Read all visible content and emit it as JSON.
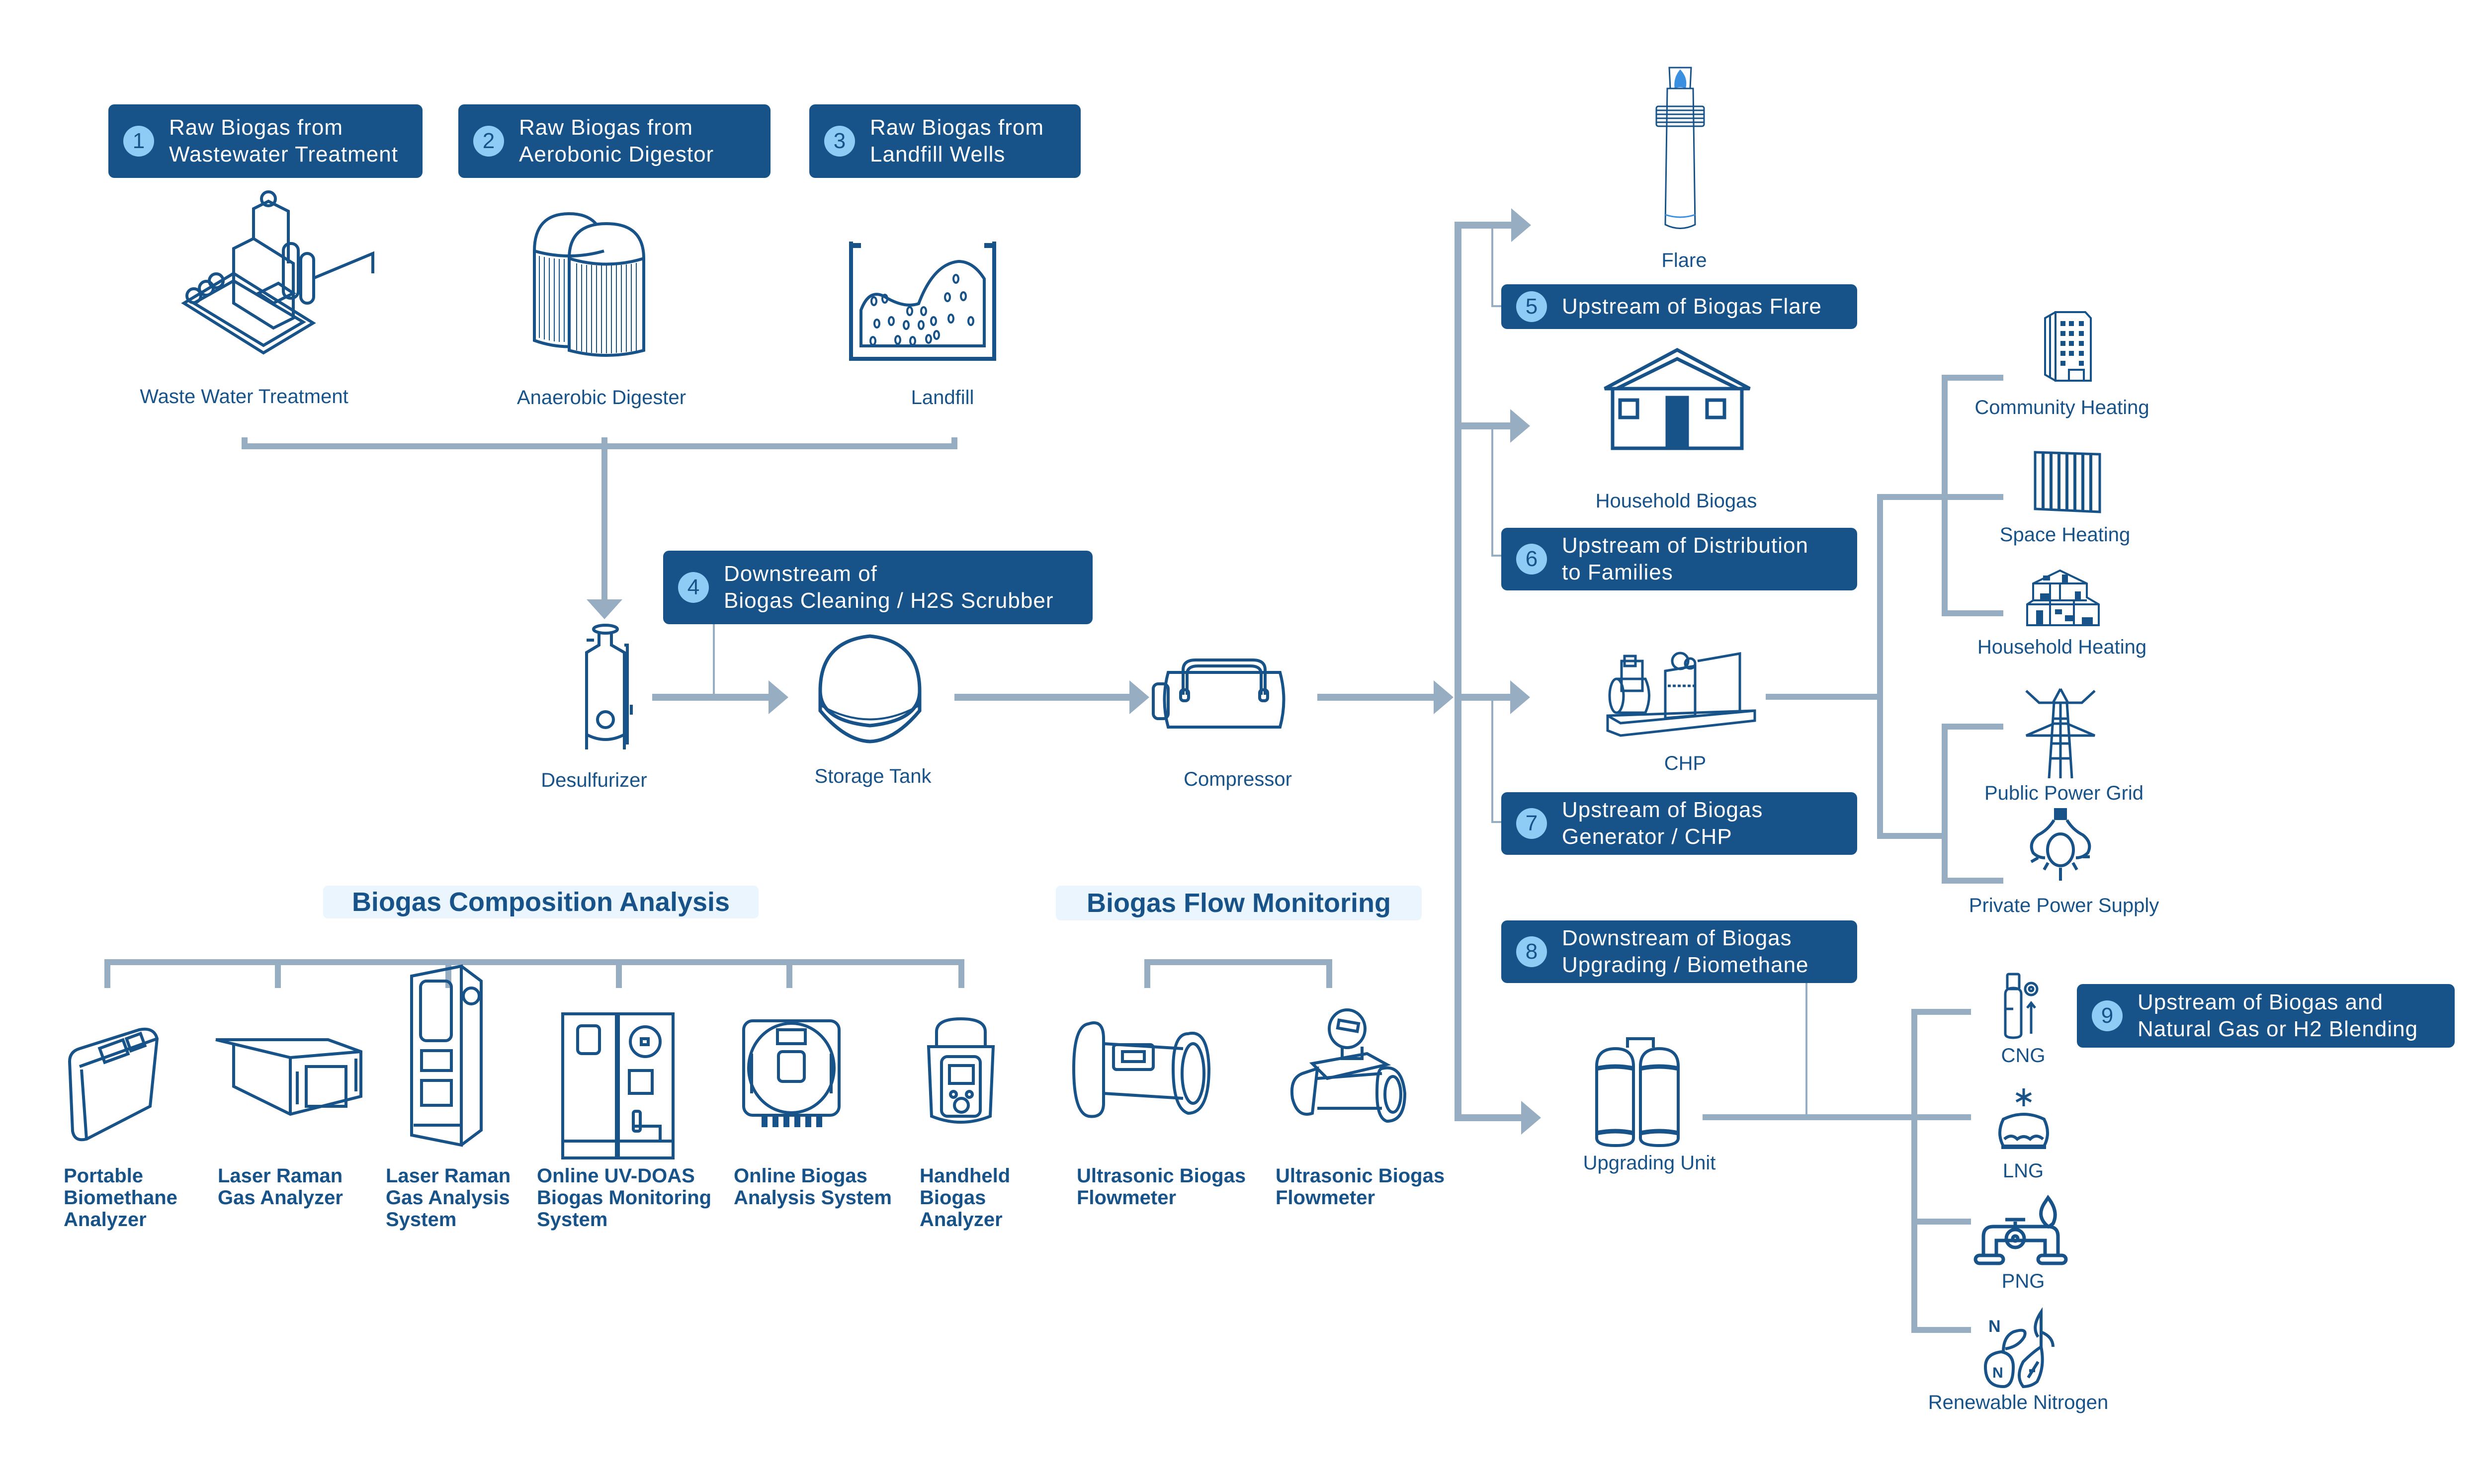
{
  "colors": {
    "primary": "#175389",
    "badge_number_bg": "#8ECCF5",
    "connector": "#97AEC2",
    "section_bg": "#EAF5FD",
    "flame": "#3A8FE0"
  },
  "sources": [
    {
      "number": "1",
      "badge": "Raw Biogas from\nWastewater Treatment",
      "label": "Waste Water Treatment",
      "icon": "wastewater-plant-icon"
    },
    {
      "number": "2",
      "badge": "Raw Biogas from\nAerobonic Digestor",
      "label": "Anaerobic Digester",
      "icon": "digester-tanks-icon"
    },
    {
      "number": "3",
      "badge": "Raw Biogas from\nLandfill Wells",
      "label": "Landfill",
      "icon": "landfill-icon"
    }
  ],
  "process": {
    "desulfurizer": "Desulfurizer",
    "storage_tank": "Storage Tank",
    "compressor": "Compressor",
    "point4": {
      "number": "4",
      "badge": "Downstream of\nBiogas Cleaning / H2S Scrubber"
    }
  },
  "uses": [
    {
      "label": "Flare",
      "number": "5",
      "badge": "Upstream of Biogas Flare",
      "icon": "flare-stack-icon"
    },
    {
      "label": "Household Biogas",
      "number": "6",
      "badge": "Upstream of Distribution\nto Families",
      "icon": "house-icon"
    },
    {
      "label": "CHP",
      "number": "7",
      "badge": "Upstream of Biogas\nGenerator / CHP",
      "icon": "generator-icon"
    },
    {
      "label": "Upgrading Unit",
      "number": "8",
      "badge": "Downstream of Biogas\nUpgrading / Biomethane",
      "icon": "upgrading-unit-icon"
    }
  ],
  "chp_outputs": [
    {
      "label": "Community Heating",
      "icon": "apartment-building-icon"
    },
    {
      "label": "Space Heating",
      "icon": "radiator-icon"
    },
    {
      "label": "Household Heating",
      "icon": "house-cutaway-icon"
    },
    {
      "label": "Public Power Grid",
      "icon": "power-tower-icon"
    },
    {
      "label": "Private Power Supply",
      "icon": "light-bulb-icon"
    }
  ],
  "upgrading_outputs": [
    {
      "label": "CNG",
      "icon": "gas-cylinder-icon"
    },
    {
      "label": "LNG",
      "icon": "lng-tank-icon"
    },
    {
      "label": "PNG",
      "icon": "gas-pipeline-icon"
    },
    {
      "label": "Renewable Nitrogen",
      "icon": "nitrogen-plant-icon"
    }
  ],
  "point9": {
    "number": "9",
    "badge": "Upstream of Biogas and\nNatural Gas or H2 Blending"
  },
  "composition_analysis": {
    "title": "Biogas Composition Analysis",
    "items": [
      {
        "label": "Portable\nBiomethane\nAnalyzer",
        "icon": "portable-analyzer-icon"
      },
      {
        "label": "Laser Raman\nGas Analyzer",
        "icon": "rack-analyzer-icon"
      },
      {
        "label": "Laser Raman\nGas Analysis\nSystem",
        "icon": "analysis-cabinet-icon"
      },
      {
        "label": "Online UV-DOAS\nBiogas Monitoring\nSystem",
        "icon": "uv-doas-cabinet-icon"
      },
      {
        "label": "Online Biogas\nAnalysis System",
        "icon": "wall-mount-analyzer-icon"
      },
      {
        "label": "Handheld\nBiogas\nAnalyzer",
        "icon": "handheld-analyzer-icon"
      }
    ]
  },
  "flow_monitoring": {
    "title": "Biogas Flow Monitoring",
    "items": [
      {
        "label": "Ultrasonic Biogas\nFlowmeter",
        "icon": "flanged-flowmeter-icon"
      },
      {
        "label": "Ultrasonic Biogas\nFlowmeter",
        "icon": "inline-flowmeter-icon"
      }
    ]
  }
}
